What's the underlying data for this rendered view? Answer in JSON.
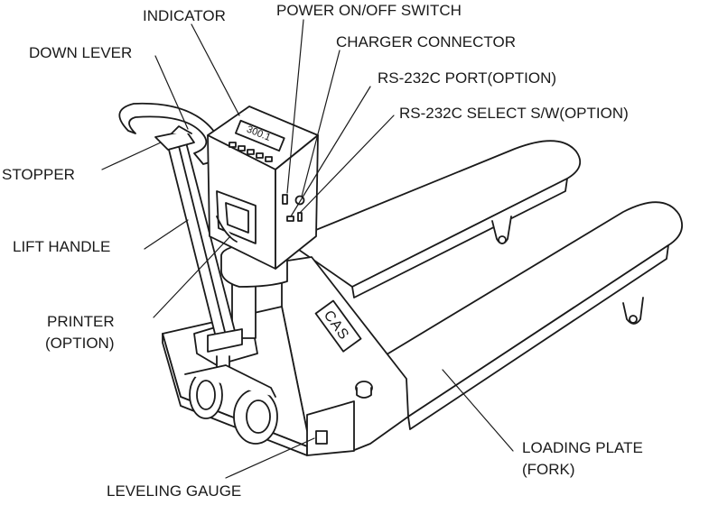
{
  "labels": {
    "indicator": "INDICATOR",
    "power_switch": "POWER ON/OFF SWITCH",
    "charger_connector": "CHARGER CONNECTOR",
    "rs232c_port": "RS-232C PORT(OPTION)",
    "rs232c_select": "RS-232C SELECT S/W(OPTION)",
    "down_lever": "DOWN LEVER",
    "stopper": "STOPPER",
    "lift_handle": "LIFT HANDLE",
    "printer_line1": "PRINTER",
    "printer_line2": "(OPTION)",
    "loading_plate_line1": "LOADING PLATE",
    "loading_plate_line2": "(FORK)",
    "leveling_gauge": "LEVELING GAUGE"
  },
  "display_reading": "300.1",
  "brand": "CAS",
  "colors": {
    "line": "#1a1a1a",
    "fill": "#ffffff"
  }
}
